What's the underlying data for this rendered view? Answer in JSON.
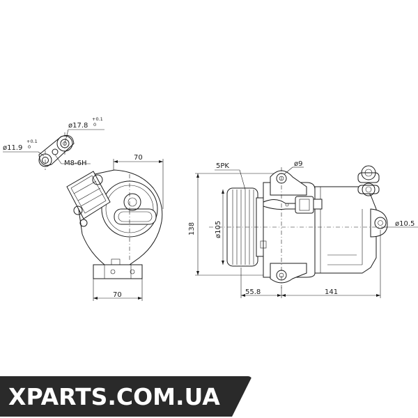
{
  "labels": {
    "dia_small_fitting": "ø11.9",
    "dia_small_tol_upper": "+0.1",
    "dia_small_tol_lower": "0",
    "dia_large_fitting": "ø17.8",
    "dia_large_tol_upper": "+0.1",
    "dia_large_tol_lower": "0",
    "thread": "M8-6H",
    "width_top": "70",
    "width_bottom": "70",
    "belt": "5PK",
    "hole_dia": "ø9",
    "pulley_dia": "ø105",
    "height": "138",
    "pulley_offset": "55.8",
    "length": "141",
    "mount_dia": "ø10.5"
  },
  "watermark": {
    "text": "XPARTS.COM.UA"
  }
}
